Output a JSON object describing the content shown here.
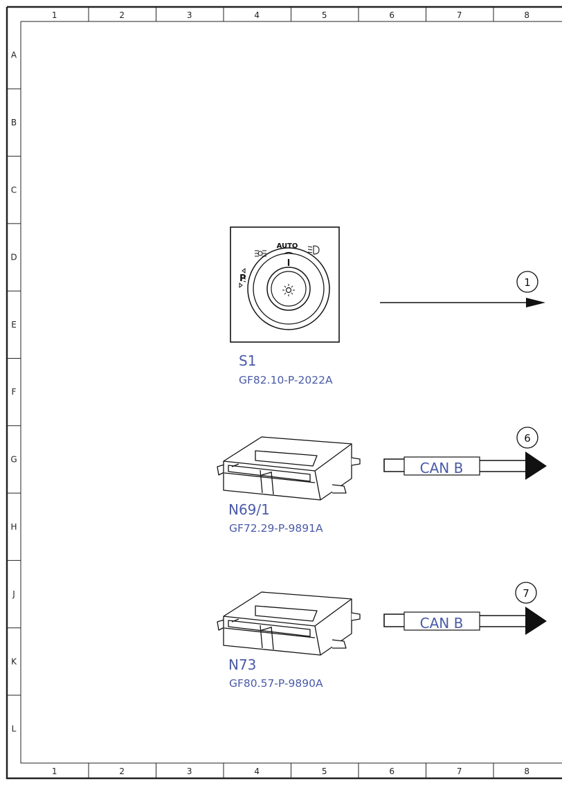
{
  "grid": {
    "columns": [
      "1",
      "2",
      "3",
      "4",
      "5",
      "6",
      "7",
      "8"
    ],
    "rows": [
      "A",
      "B",
      "C",
      "D",
      "E",
      "F",
      "G",
      "H",
      "J",
      "K",
      "L"
    ]
  },
  "components": [
    {
      "id": "S1",
      "ref": "GF82.10-P-2022A",
      "icon": "light-switch-icon"
    },
    {
      "id": "N69/1",
      "ref": "GF72.29-P-9891A",
      "icon": "control-module-icon"
    },
    {
      "id": "N73",
      "ref": "GF80.57-P-9890A",
      "icon": "control-module-icon"
    }
  ],
  "switch_labels": {
    "auto": "AUTO",
    "parking": "P"
  },
  "connections": [
    {
      "number": "1",
      "label": ""
    },
    {
      "number": "6",
      "label": "CAN B"
    },
    {
      "number": "7",
      "label": "CAN B"
    }
  ]
}
